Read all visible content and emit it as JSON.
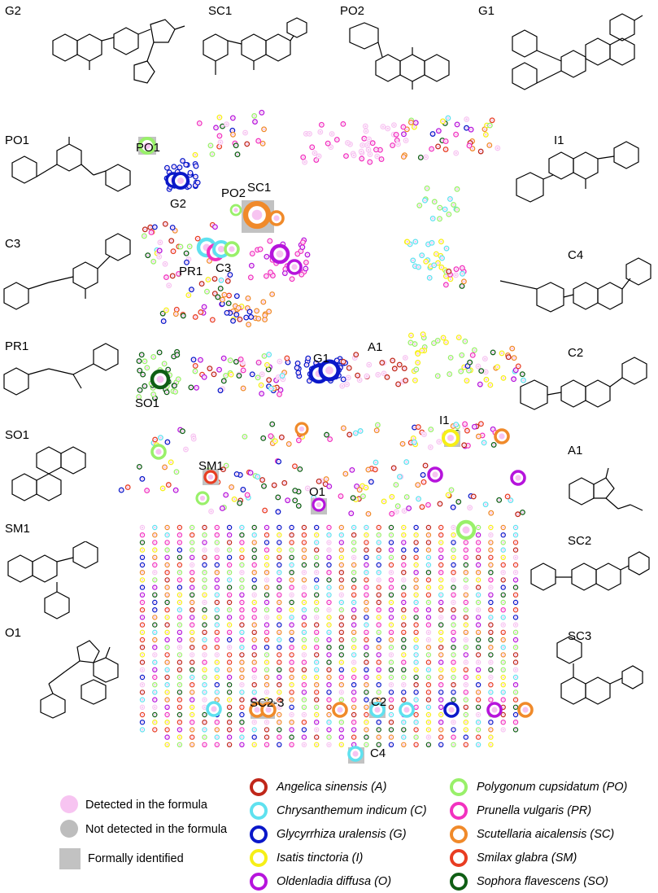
{
  "compound_labels": {
    "G2": "G2",
    "SC1": "SC1",
    "PO2": "PO2",
    "G1": "G1",
    "PO1": "PO1",
    "I1": "I1",
    "C3": "C3",
    "C4": "C4",
    "PR1": "PR1",
    "C2": "C2",
    "SO1": "SO1",
    "A1": "A1",
    "SM1": "SM1",
    "SC2": "SC2",
    "O1": "O1",
    "SC3": "SC3"
  },
  "network_labels": {
    "PO1": "PO1",
    "G2": "G2",
    "PO2": "PO2",
    "SC1": "SC1",
    "PR1": "PR1",
    "C3": "C3",
    "G1": "G1",
    "A1": "A1",
    "SO1": "SO1",
    "I1": "I1",
    "SM1": "SM1",
    "O1": "O1",
    "SC2_3": "SC2-3",
    "C2": "C2",
    "C4": "C4"
  },
  "legend_status": [
    {
      "label": "Detected in the formula",
      "color": "#f7c4f1",
      "shape": "circle"
    },
    {
      "label": "Not detected in the formula",
      "color": "#bdbdbd",
      "shape": "circle"
    },
    {
      "label": "Formally identified",
      "color": "#c2c2c2",
      "shape": "square"
    }
  ],
  "legend_herbs": [
    {
      "label": "Angelica sinensis (A)",
      "color": "#c0271a"
    },
    {
      "label": "Chrysanthemum indicum (C)",
      "color": "#5fe1ef"
    },
    {
      "label": "Glycyrrhiza uralensis (G)",
      "color": "#0a17c9"
    },
    {
      "label": "Isatis tinctoria (I)",
      "color": "#f6ef17"
    },
    {
      "label": "Oldenladia diffusa (O)",
      "color": "#b614dc"
    },
    {
      "label": "Polygonum cupsidatum (PO)",
      "color": "#99f06a"
    },
    {
      "label": "Prunella vulgaris (PR)",
      "color": "#f232bf"
    },
    {
      "label": "Scutellaria aicalensis (SC)",
      "color": "#f08a2a"
    },
    {
      "label": "Smilax glabra (SM)",
      "color": "#e83d22"
    },
    {
      "label": "Sophora flavescens (SO)",
      "color": "#0f5e14"
    }
  ],
  "node_palette": [
    "#c0271a",
    "#5fe1ef",
    "#0a17c9",
    "#f6ef17",
    "#b614dc",
    "#99f06a",
    "#f232bf",
    "#f08a2a",
    "#e83d22",
    "#0f5e14",
    "#f7c4f1"
  ]
}
